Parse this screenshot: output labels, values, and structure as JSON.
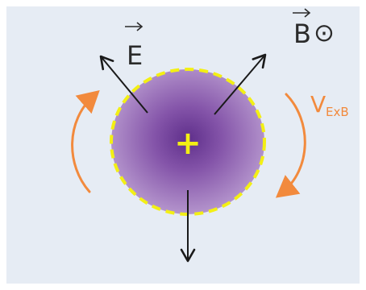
{
  "diagram": {
    "labels": {
      "electric_field": "E",
      "magnetic_field": "B",
      "magnetic_direction_symbol": "⊙",
      "plasma_charge": "+",
      "drift_velocity": "V",
      "drift_velocity_subscript": "ExB"
    },
    "colors": {
      "background_panel": "#e6ecf4",
      "blob_center": "#6c3a95",
      "blob_mid": "#8e5ab0",
      "blob_edge": "#b695cd",
      "boundary": "#f3ef14",
      "plus_sign": "#f3ef14",
      "field_arrows": "#1a1a1a",
      "drift_arrows": "#f28a3d",
      "drift_label": "#f28a3d",
      "text": "#2b2b2b"
    }
  }
}
